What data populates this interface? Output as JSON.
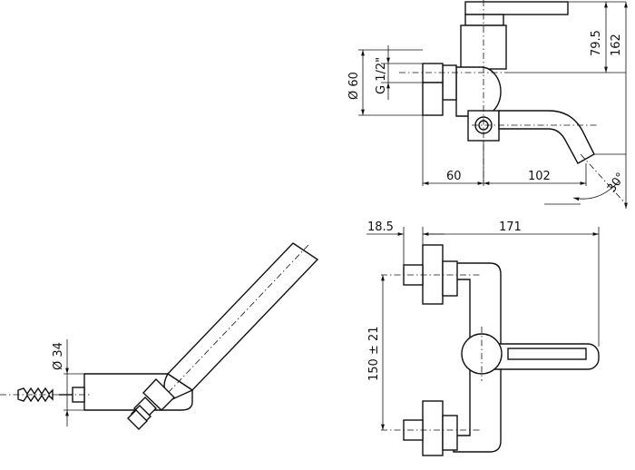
{
  "dimensions": {
    "side_view": {
      "diameter": "Ø 60",
      "thread": "G 1/2\"",
      "height_upper": "79.5",
      "height_total": "162",
      "depth_body": "60",
      "spout_reach": "102",
      "spout_angle": "30°"
    },
    "front_view": {
      "offset": "18.5",
      "width_total": "171",
      "centers": "150 ± 21"
    },
    "hand_shower": {
      "diameter": "Ø 34"
    }
  }
}
